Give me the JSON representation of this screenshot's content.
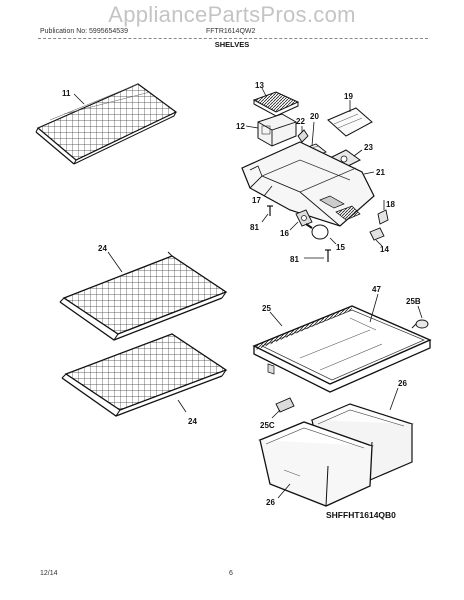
{
  "watermark": "AppliancePartsPros.com",
  "header": {
    "publication": "Publication No: 5995654539",
    "model": "FFTR1614QW2",
    "section_title": "SHELVES"
  },
  "callouts": {
    "c11": "11",
    "c13": "13",
    "c12": "12",
    "c22": "22",
    "c20": "20",
    "c19": "19",
    "c23": "23",
    "c21": "21",
    "c17": "17",
    "c18": "18",
    "c81a": "81",
    "c16": "16",
    "c15": "15",
    "c14": "14",
    "c81b": "81",
    "c24a": "24",
    "c24b": "24",
    "c47": "47",
    "c25": "25",
    "c25b": "25B",
    "c26a": "26",
    "c25c": "25C",
    "c26b": "26"
  },
  "diagram_code": "SHFFHT1614QB0",
  "footer": {
    "date": "12/14",
    "page": "6"
  }
}
